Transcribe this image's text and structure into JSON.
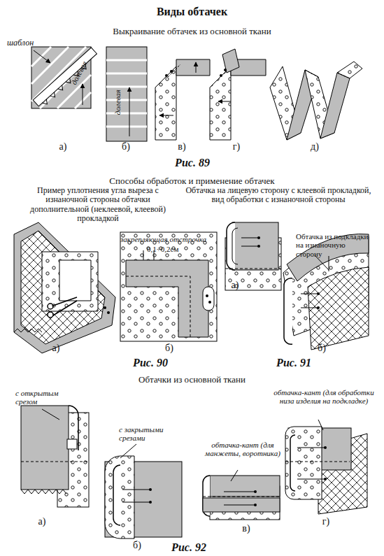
{
  "diagram": {
    "title": "Виды обтачек",
    "labels": [
      "Выкраивание обтачек из основной ткани",
      "шаблон",
      "долевая",
      "а)",
      "долевая",
      "б)",
      "в)",
      "г)",
      "д)",
      "Рис. 89",
      "Способы обработок и применение обтачек",
      "Пример уплотнения угла выреза с изнаночной стороны обтачки дополнительной (неклеевой, клеевой) прокладкой",
      "Обтачка на лицевую сторону с клеевой прокладкой, вид обработки с изнаночной стороны",
      "закрепляющая отстрочка",
      "0,1÷0,2см",
      "Обтачка из подкладки на изнаночную сторону",
      "а)",
      "б)",
      "а)",
      "Рис. 90",
      "б)",
      "Рис. 91",
      "Обтачки из основной ткани",
      "с открытым срезом",
      "с закрытыми срезами",
      "обтачка-кант (для манжеты, воротника)",
      "обтачка-кант (для обработки низа изделия на подкладке)",
      "а)",
      "б)",
      "в)",
      "г)",
      "Рис. 92"
    ]
  }
}
